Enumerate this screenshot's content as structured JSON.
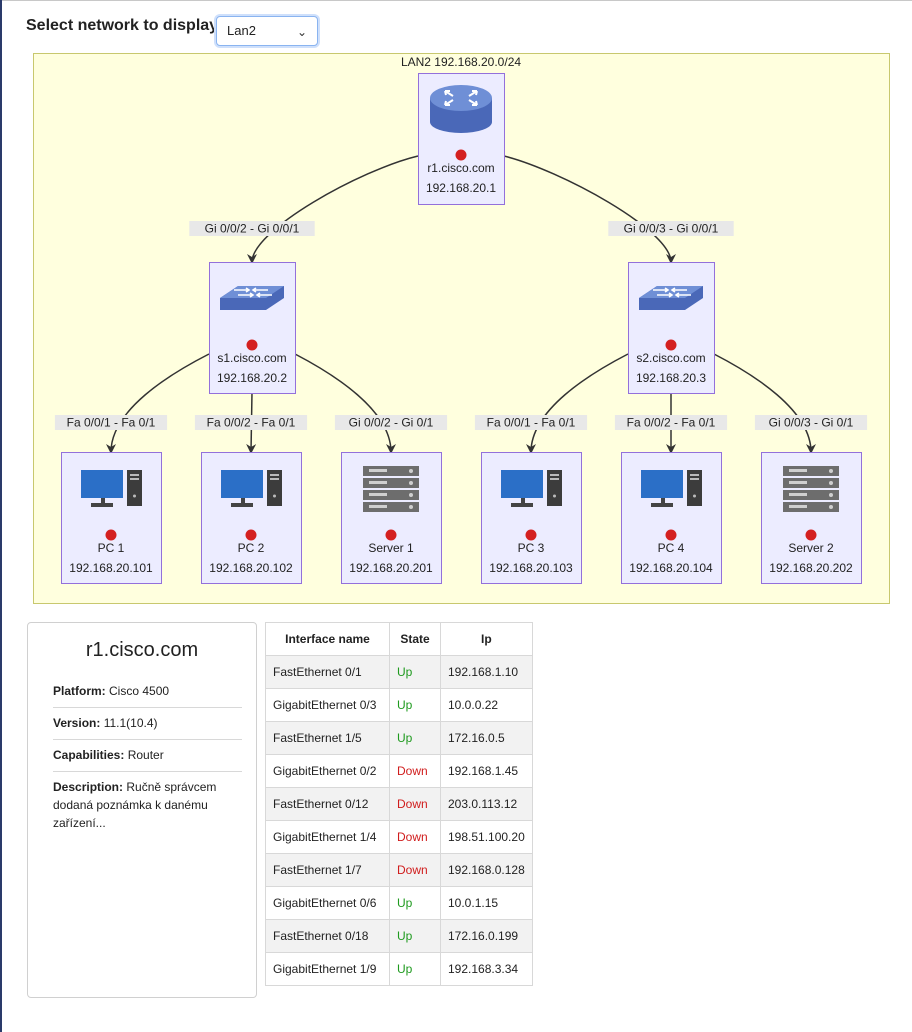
{
  "select": {
    "label": "Select network to display",
    "value": "Lan2"
  },
  "diagram": {
    "group_label": "LAN2 192.168.20.0/24",
    "router": {
      "name": "r1.cisco.com",
      "ip": "192.168.20.1",
      "icon": "router-icon"
    },
    "switches": [
      {
        "name": "s1.cisco.com",
        "ip": "192.168.20.2",
        "icon": "switch-icon",
        "link": "Gi 0/0/2 - Gi 0/0/1"
      },
      {
        "name": "s2.cisco.com",
        "ip": "192.168.20.3",
        "icon": "switch-icon",
        "link": "Gi 0/0/3 - Gi 0/0/1"
      }
    ],
    "hosts": [
      {
        "name": "PC 1",
        "ip": "192.168.20.101",
        "icon": "pc-icon",
        "link": "Fa 0/0/1 - Fa 0/1"
      },
      {
        "name": "PC 2",
        "ip": "192.168.20.102",
        "icon": "pc-icon",
        "link": "Fa 0/0/2 - Fa 0/1"
      },
      {
        "name": "Server 1",
        "ip": "192.168.20.201",
        "icon": "server-icon",
        "link": "Gi 0/0/2 - Gi 0/1"
      },
      {
        "name": "PC 3",
        "ip": "192.168.20.103",
        "icon": "pc-icon",
        "link": "Fa 0/0/1 - Fa 0/1"
      },
      {
        "name": "PC 4",
        "ip": "192.168.20.104",
        "icon": "pc-icon",
        "link": "Fa 0/0/2 - Fa 0/1"
      },
      {
        "name": "Server 2",
        "ip": "192.168.20.202",
        "icon": "server-icon",
        "link": "Gi 0/0/3 - Gi 0/1"
      }
    ],
    "status_color": "#d42020",
    "group_fill": "#ffffde",
    "node_fill": "#ececff"
  },
  "device": {
    "title": "r1.cisco.com",
    "platform_label": "Platform:",
    "platform": "Cisco 4500",
    "version_label": "Version:",
    "version": "11.1(10.4)",
    "capabilities_label": "Capabilities:",
    "capabilities": "Router",
    "description_label": "Description:",
    "description": "Ručně správcem dodaná poznámka k danému zařízení..."
  },
  "table": {
    "headers": [
      "Interface name",
      "State",
      "Ip"
    ],
    "rows": [
      [
        "FastEthernet 0/1",
        "Up",
        "192.168.1.10"
      ],
      [
        "GigabitEthernet 0/3",
        "Up",
        "10.0.0.22"
      ],
      [
        "FastEthernet 1/5",
        "Up",
        "172.16.0.5"
      ],
      [
        "GigabitEthernet 0/2",
        "Down",
        "192.168.1.45"
      ],
      [
        "FastEthernet 0/12",
        "Down",
        "203.0.113.12"
      ],
      [
        "GigabitEthernet 1/4",
        "Down",
        "198.51.100.20"
      ],
      [
        "FastEthernet 1/7",
        "Down",
        "192.168.0.128"
      ],
      [
        "GigabitEthernet 0/6",
        "Up",
        "10.0.1.15"
      ],
      [
        "FastEthernet 0/18",
        "Up",
        "172.16.0.199"
      ],
      [
        "GigabitEthernet 1/9",
        "Up",
        "192.168.3.34"
      ]
    ]
  }
}
